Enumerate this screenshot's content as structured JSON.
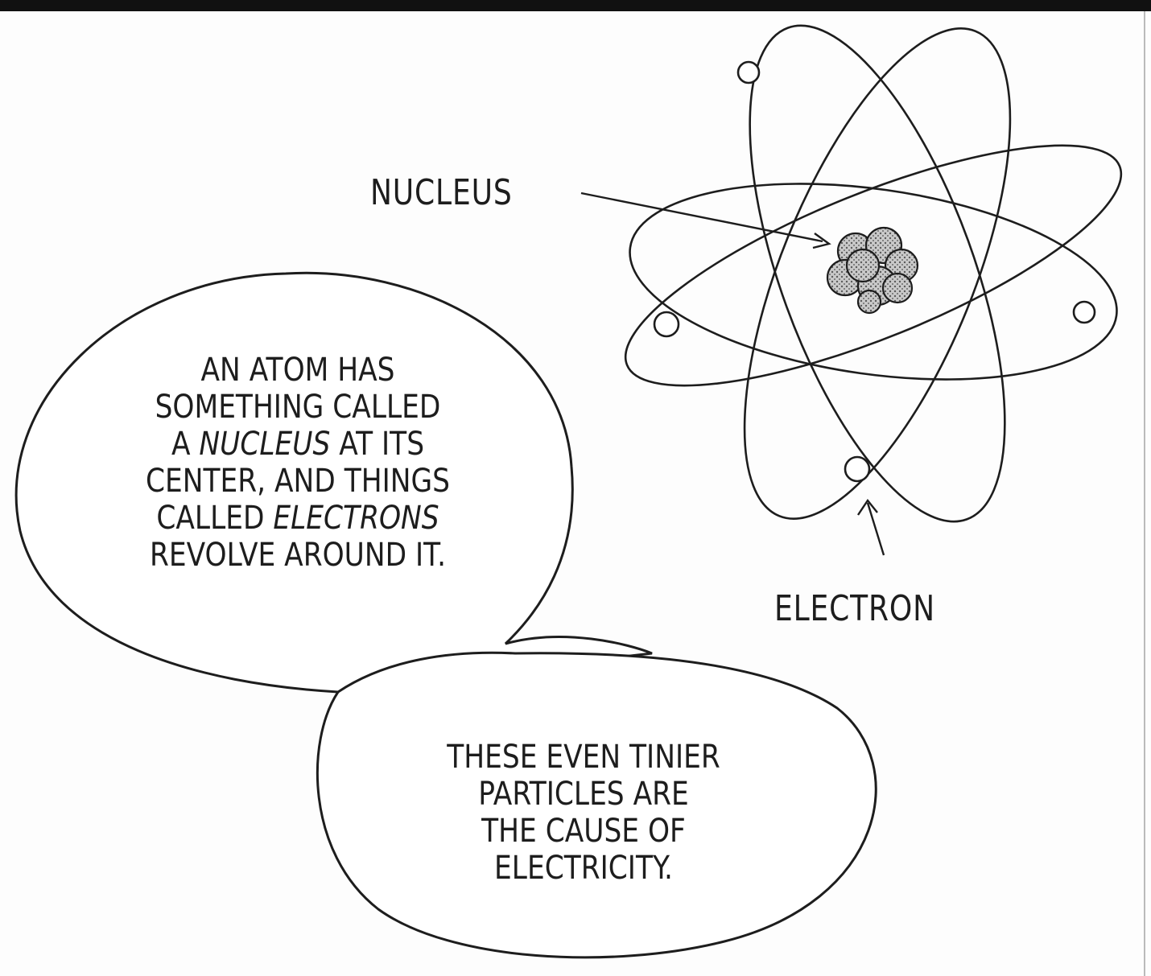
{
  "labels": {
    "nucleus": "NUCLEUS",
    "electron": "ELECTRON"
  },
  "speech_bubble_1": {
    "lines": [
      {
        "parts": [
          "AN ATOM HAS"
        ]
      },
      {
        "parts": [
          "SOMETHING CALLED"
        ]
      },
      {
        "parts": [
          "A ",
          "NUCLEUS",
          " AT ITS"
        ],
        "italic_index": 1
      },
      {
        "parts": [
          "CENTER, AND THINGS"
        ]
      },
      {
        "parts": [
          "CALLED ",
          "ELECTRONS"
        ],
        "italic_index": 1
      },
      {
        "parts": [
          "REVOLVE AROUND IT."
        ]
      }
    ]
  },
  "speech_bubble_2": {
    "lines": [
      "THESE EVEN TINIER",
      "PARTICLES ARE",
      "THE CAUSE OF",
      "ELECTRICITY."
    ]
  },
  "colors": {
    "ink": "#1d1d1d",
    "paper": "#fdfdfd",
    "nucleus_fill": "#9a9a9a"
  }
}
